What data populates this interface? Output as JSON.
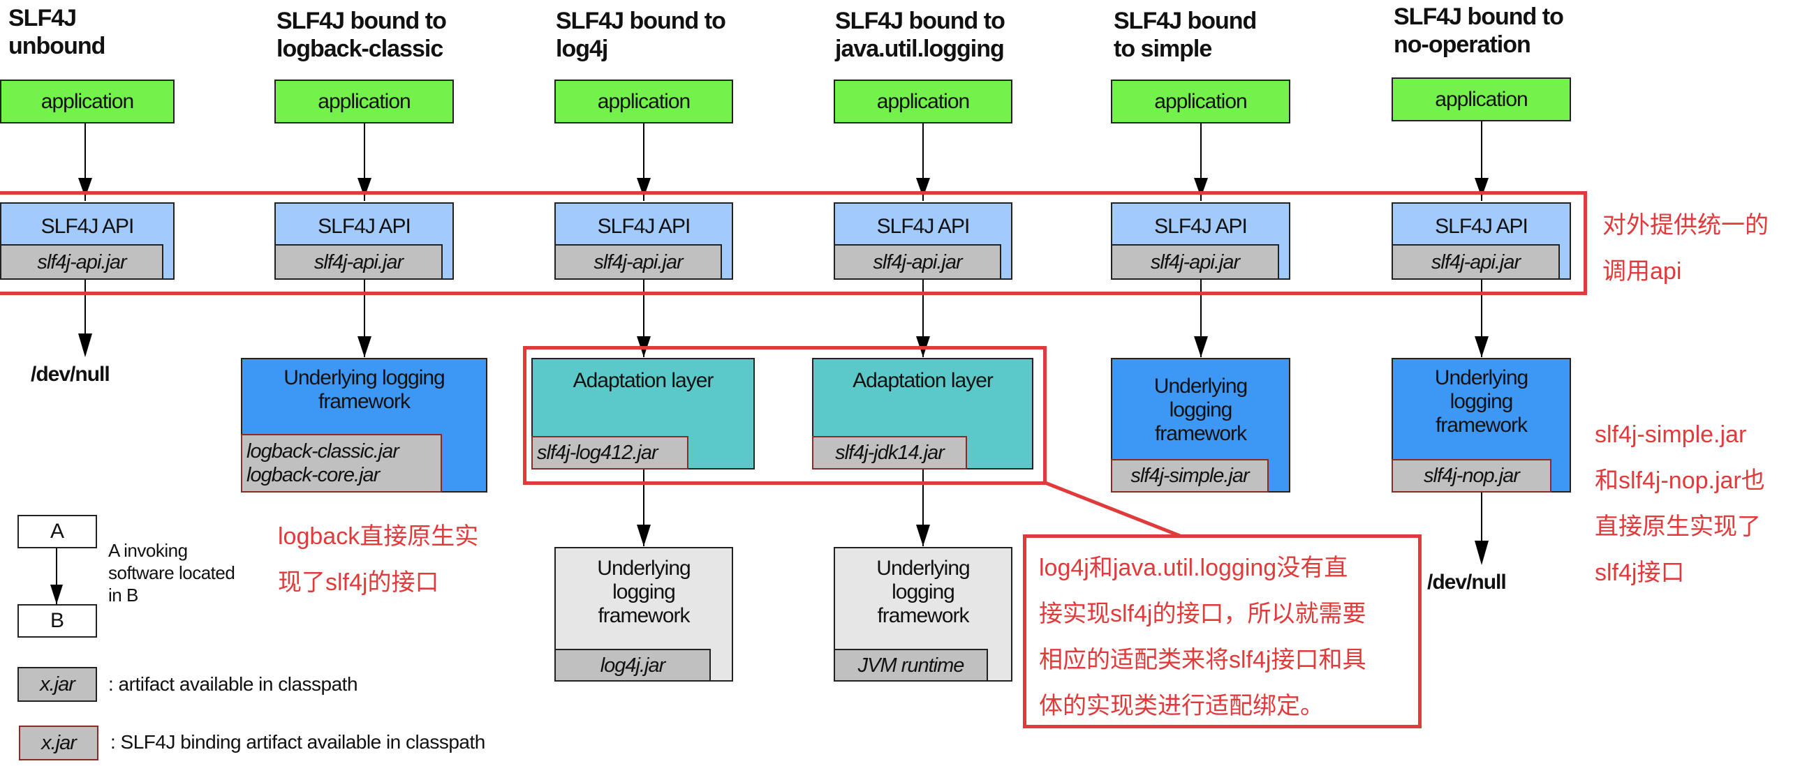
{
  "columns": [
    {
      "title_line1": "SLF4J",
      "title_line2": "unbound",
      "application": "application",
      "api_label": "SLF4J API",
      "api_jar": "slf4j-api.jar",
      "output": "/dev/null"
    },
    {
      "title_line1": "SLF4J bound to",
      "title_line2": "logback-classic",
      "application": "application",
      "api_label": "SLF4J API",
      "api_jar": "slf4j-api.jar",
      "framework_label": "Underlying logging framework",
      "framework_jars": [
        "logback-classic.jar",
        "logback-core.jar"
      ]
    },
    {
      "title_line1": "SLF4J bound to",
      "title_line2": "log4j",
      "application": "application",
      "api_label": "SLF4J API",
      "api_jar": "slf4j-api.jar",
      "adaptation_label": "Adaptation layer",
      "adaptation_jar": "slf4j-log412.jar",
      "framework_label": "Underlying logging framework",
      "framework_jar": "log4j.jar"
    },
    {
      "title_line1": "SLF4J bound to",
      "title_line2": "java.util.logging",
      "application": "application",
      "api_label": "SLF4J API",
      "api_jar": "slf4j-api.jar",
      "adaptation_label": "Adaptation layer",
      "adaptation_jar": "slf4j-jdk14.jar",
      "framework_label": "Underlying logging framework",
      "framework_jar": "JVM runtime"
    },
    {
      "title_line1": "SLF4J bound",
      "title_line2": "to simple",
      "application": "application",
      "api_label": "SLF4J API",
      "api_jar": "slf4j-api.jar",
      "framework_label": "Underlying logging framework",
      "framework_jar": "slf4j-simple.jar"
    },
    {
      "title_line1": "SLF4J bound to",
      "title_line2": "no-operation",
      "application": "application",
      "api_label": "SLF4J API",
      "api_jar": "slf4j-api.jar",
      "framework_label": "Underlying logging framework",
      "framework_jar": "slf4j-nop.jar",
      "output": "/dev/null"
    }
  ],
  "framework_label_lines": [
    "Underlying",
    "logging",
    "framework"
  ],
  "framework_label_lines_wide": [
    "Underlying logging",
    "framework"
  ],
  "legend": {
    "box_a": "A",
    "box_b": "B",
    "invoke_text": [
      "A invoking",
      "software located",
      "in B"
    ],
    "jar_sample": "x.jar",
    "artifact_text": ": artifact available in classpath",
    "binding_text": ": SLF4J binding artifact available in classpath"
  },
  "annotations": {
    "api_note": [
      "对外提供统一的",
      "调用api"
    ],
    "logback_note": [
      "logback直接原生实",
      "现了slf4j的接口"
    ],
    "adapter_note": [
      "log4j和java.util.logging没有直",
      "接实现slf4j的接口，所以就需要",
      "相应的适配类来将slf4j接口和具",
      "体的实现类进行适配绑定。"
    ],
    "native_note": [
      "slf4j-simple.jar",
      "和slf4j-nop.jar也",
      "直接原生实现了",
      "slf4j接口"
    ]
  },
  "colors": {
    "application": "#73f24c",
    "api": "#a2cafa",
    "framework_native": "#3d97f5",
    "framework_external": "#e6e6e6",
    "adaptation": "#5bc9c9",
    "jar": "#c0c0c0",
    "binding_border": "#8a2a2a",
    "annotation": "#e03a3a"
  }
}
